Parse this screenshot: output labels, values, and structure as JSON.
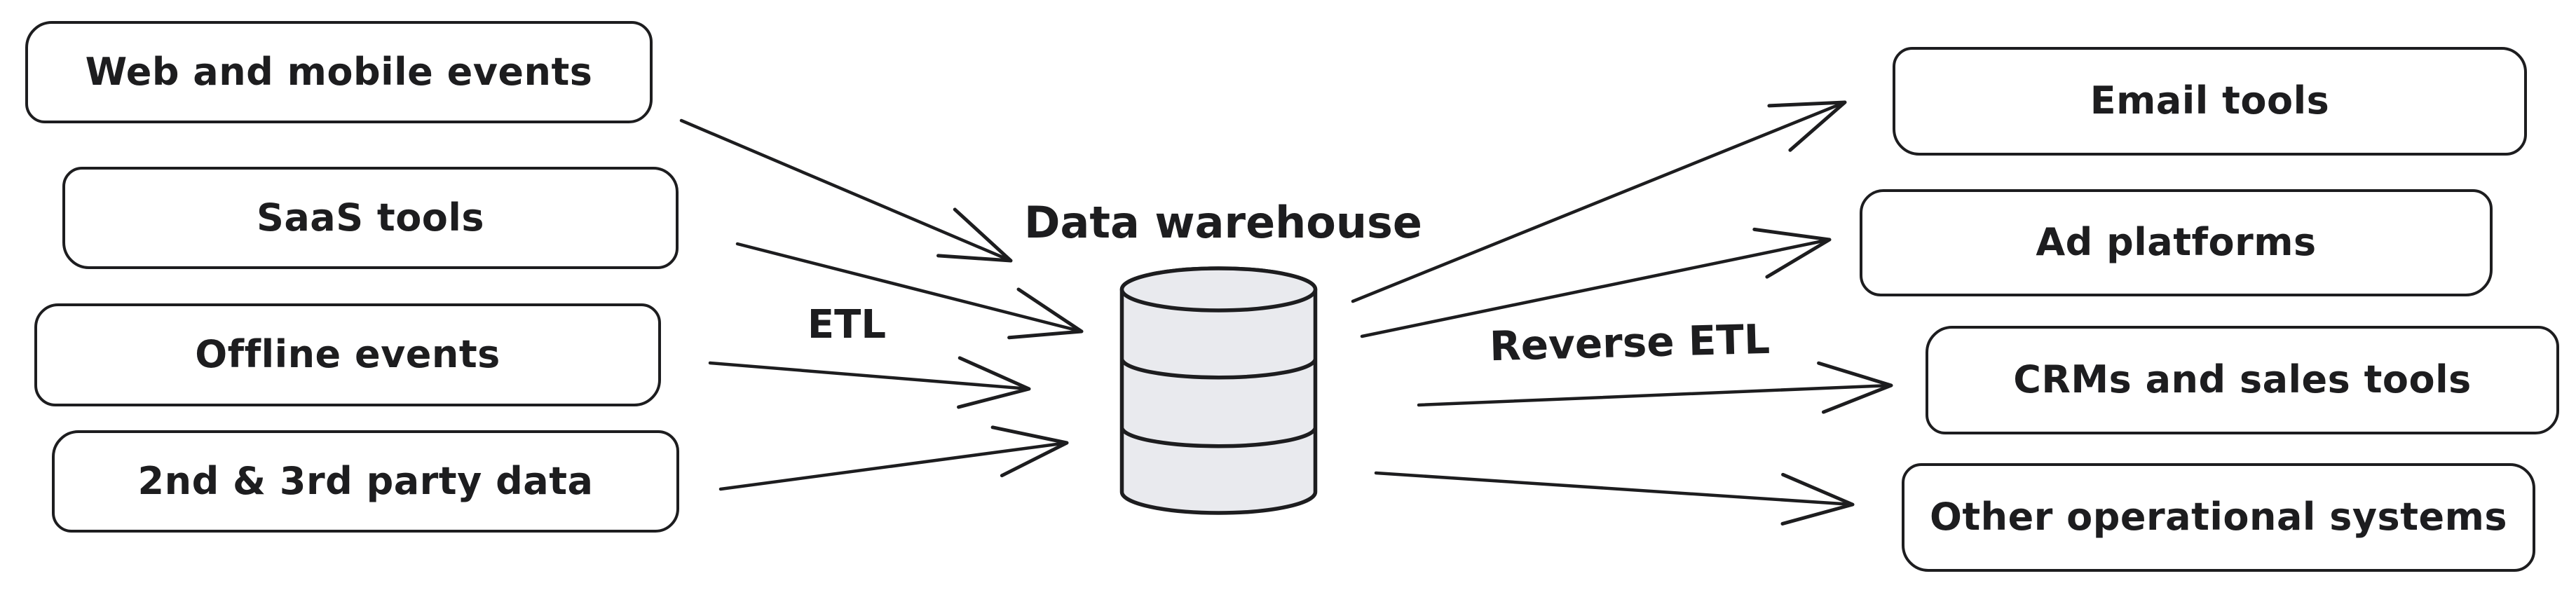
{
  "diagram": {
    "title": "Data warehouse",
    "background_color": "#ffffff",
    "ink_color": "#1d1d1f",
    "cylinder_fill_color": "#e9eaee",
    "style": "hand-drawn sketch"
  },
  "sources": {
    "items": [
      {
        "label": "Web and mobile events"
      },
      {
        "label": "SaaS tools"
      },
      {
        "label": "Offline events"
      },
      {
        "label": "2nd & 3rd party data"
      }
    ]
  },
  "warehouse": {
    "label": "Data warehouse",
    "icon": "database-cylinder-icon"
  },
  "flows": {
    "inbound_label": "ETL",
    "outbound_label": "Reverse ETL",
    "inbound_arrow_count": 4,
    "outbound_arrow_count": 4
  },
  "destinations": {
    "items": [
      {
        "label": "Email tools"
      },
      {
        "label": "Ad platforms"
      },
      {
        "label": "CRMs and sales tools"
      },
      {
        "label": "Other operational systems"
      }
    ]
  }
}
